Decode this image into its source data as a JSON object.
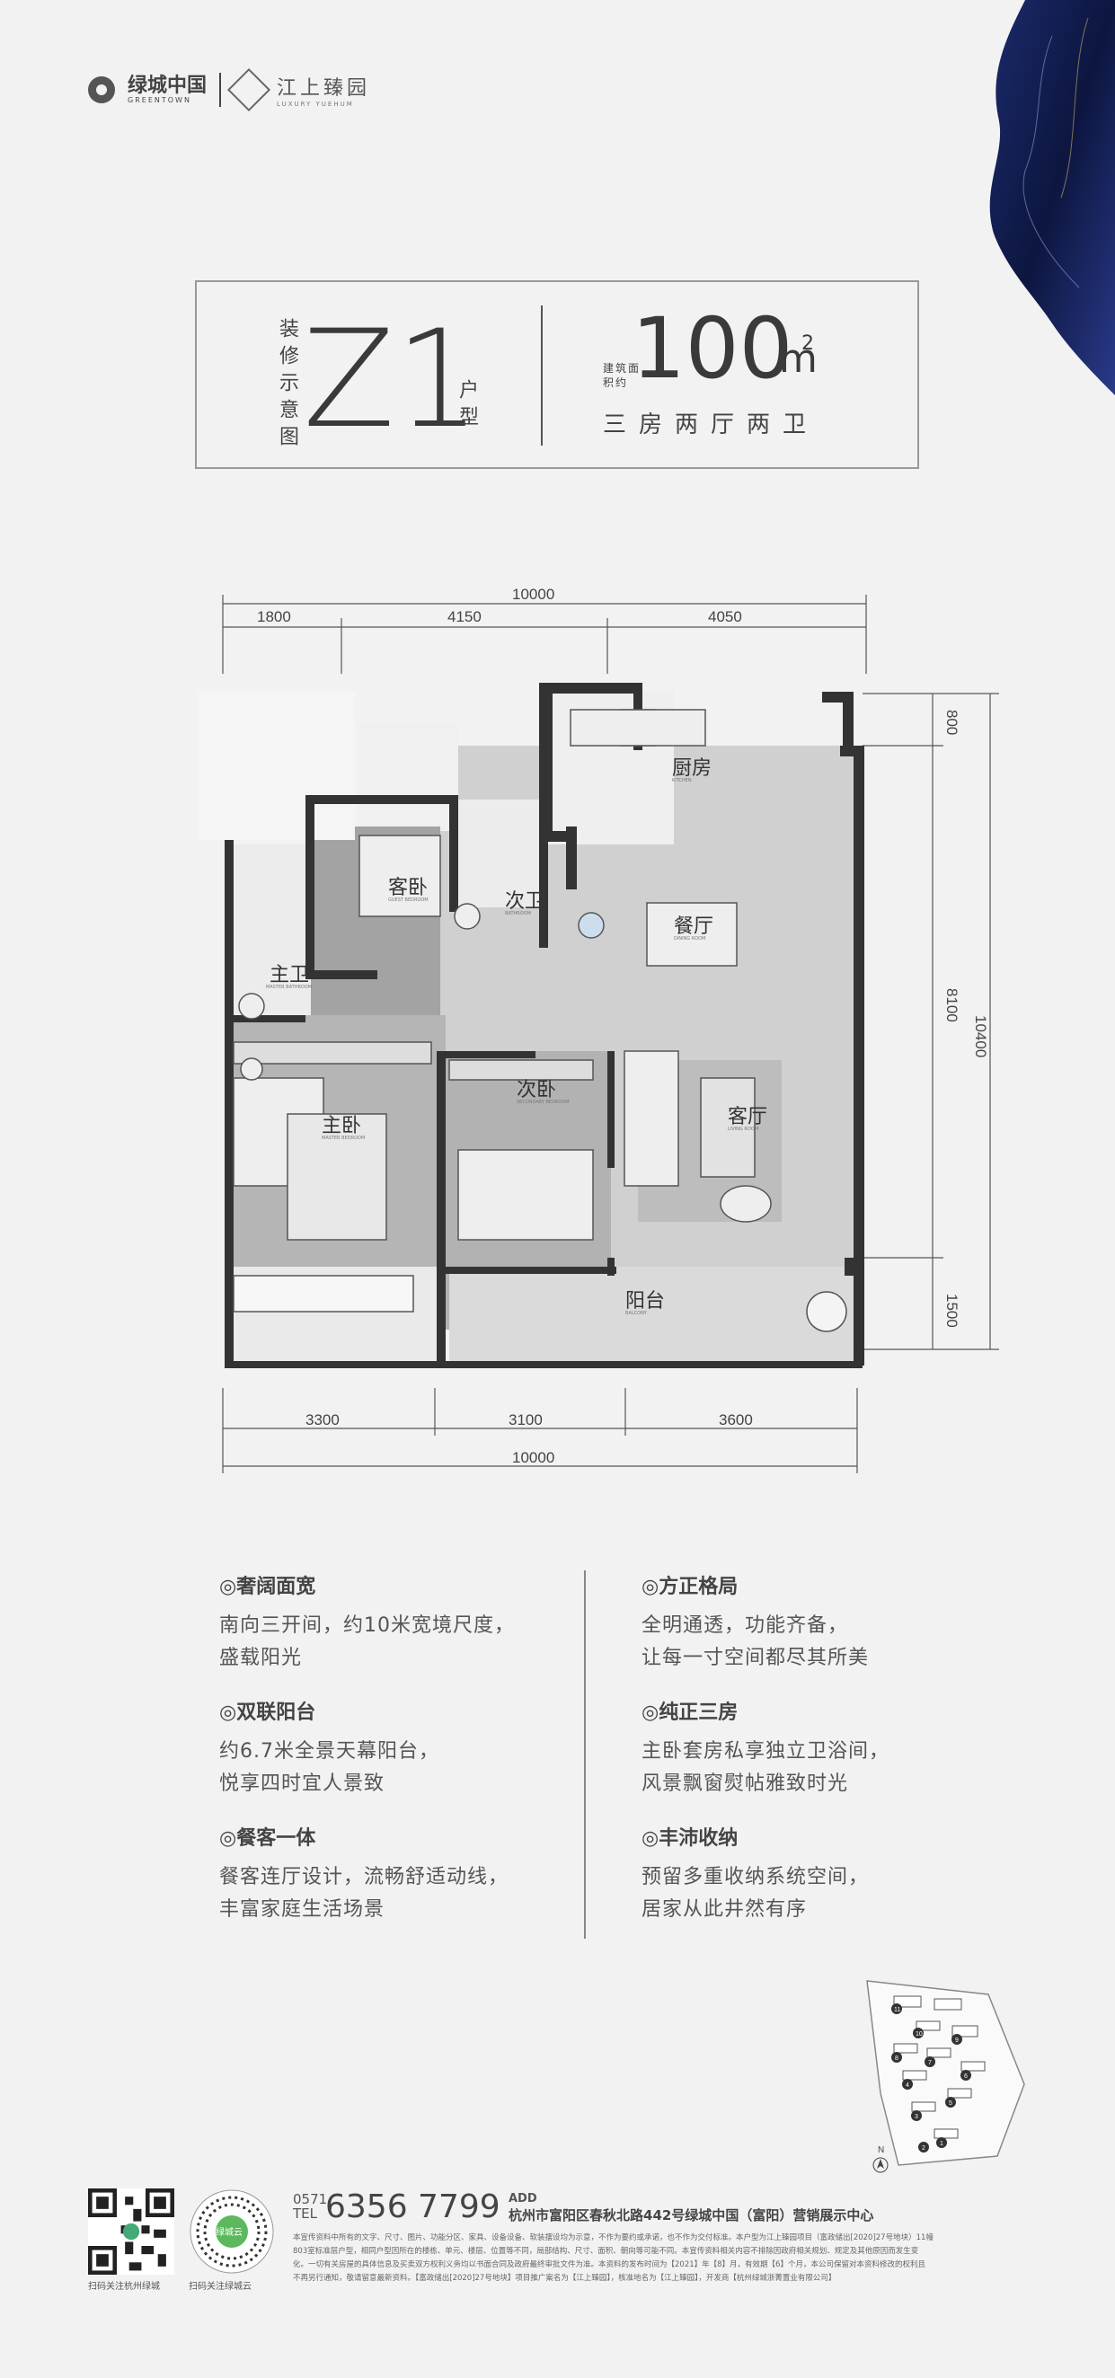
{
  "header": {
    "brand_cn": "绿城中国",
    "brand_en": "GREENTOWN",
    "project_cn": "江上臻园",
    "project_en": "LUXURY YUEHUM"
  },
  "title": {
    "label": "装修示意图",
    "code": "Z1",
    "type_suffix": "户型",
    "area_label": "建筑面积约",
    "area": "100",
    "area_unit": "m",
    "area_sup": "2",
    "layout": "三房两厅两卫"
  },
  "plan": {
    "dims_top": {
      "total": "10000",
      "segments": [
        "1800",
        "4150",
        "4050"
      ]
    },
    "dims_bottom": {
      "total": "10000",
      "segments": [
        "3300",
        "3100",
        "3600"
      ]
    },
    "dims_right": {
      "total": "10400",
      "segments": [
        "800",
        "8100",
        "1500"
      ]
    },
    "rooms": [
      {
        "name": "厨房",
        "en": "KITCHEN"
      },
      {
        "name": "客卧",
        "en": "GUEST BEDROOM"
      },
      {
        "name": "次卫",
        "en": "BATHROOM"
      },
      {
        "name": "餐厅",
        "en": "DINING ROOM"
      },
      {
        "name": "主卫",
        "en": "MASTER BATHROOM"
      },
      {
        "name": "客厅",
        "en": "LIVING ROOM"
      },
      {
        "name": "主卧",
        "en": "MASTER BEDROOM"
      },
      {
        "name": "次卧",
        "en": "SECONDARY BEDROOM"
      },
      {
        "name": "阳台",
        "en": "BALCONY"
      }
    ]
  },
  "features": [
    {
      "title": "◎奢阔面宽",
      "lines": [
        "南向三开间，约10米宽境尺度，",
        "盛载阳光"
      ]
    },
    {
      "title": "◎方正格局",
      "lines": [
        "全明通透，功能齐备，",
        "让每一寸空间都尽其所美"
      ]
    },
    {
      "title": "◎双联阳台",
      "lines": [
        "约6.7米全景天幕阳台，",
        "悦享四时宜人景致"
      ]
    },
    {
      "title": "◎纯正三房",
      "lines": [
        "主卧套房私享独立卫浴间，",
        "风景飘窗熨帖雅致时光"
      ]
    },
    {
      "title": "◎餐客一体",
      "lines": [
        "餐客连厅设计，流畅舒适动线，",
        "丰富家庭生活场景"
      ]
    },
    {
      "title": "◎丰沛收纳",
      "lines": [
        "预留多重收纳系统空间，",
        "居家从此井然有序"
      ]
    }
  ],
  "site_plan": {
    "north": "N",
    "labels": [
      "1",
      "2",
      "3",
      "4",
      "5",
      "6",
      "7",
      "8",
      "9",
      "10",
      "11"
    ]
  },
  "footer": {
    "qr1_caption": "扫码关注杭州绿城",
    "qr2_caption": "扫码关注绿城云",
    "qr2_badge": "绿城云",
    "tel_area": "0571",
    "tel_label": "TEL",
    "tel": "6356 7799",
    "addr_label": "ADD",
    "address": "杭州市富阳区春秋北路442号绿城中国（富阳）营销展示中心",
    "disclaimer_1": "本宣传资料中所有的文字、尺寸、图片、功能分区、家具、设备设备、软装摆设均为示意，不作为要约或承诺，也不作为交付标准。本户型为江上臻园项目（富政储出[2020]27号地块）11幢",
    "disclaimer_2": "803室标准层户型，相同户型因所在的楼栋、单元、楼层、位置等不同，局部结构、尺寸、面积、朝向等可能不同。本宣传资料相关内容不排除因政府相关规划、规定及其他原因而发生变",
    "disclaimer_3": "化。一切有关房屋的具体信息及买卖双方权利义务均以书面合同及政府最终审批文件为准。本资料的发布时间为【2021】年【8】月，有效期【6】个月，本公司保留对本资料修改的权利且",
    "disclaimer_4": "不再另行通知，敬请留意最新资料。【富政储出[2020]27号地块】项目推广案名为【江上臻园】，核准地名为【江上臻园】，开发商【杭州绿城浙菁置业有限公司】"
  },
  "colors": {
    "background": "#f2f2f2",
    "text": "#444444",
    "wall": "#333333",
    "floor": "#cfcfcf"
  }
}
